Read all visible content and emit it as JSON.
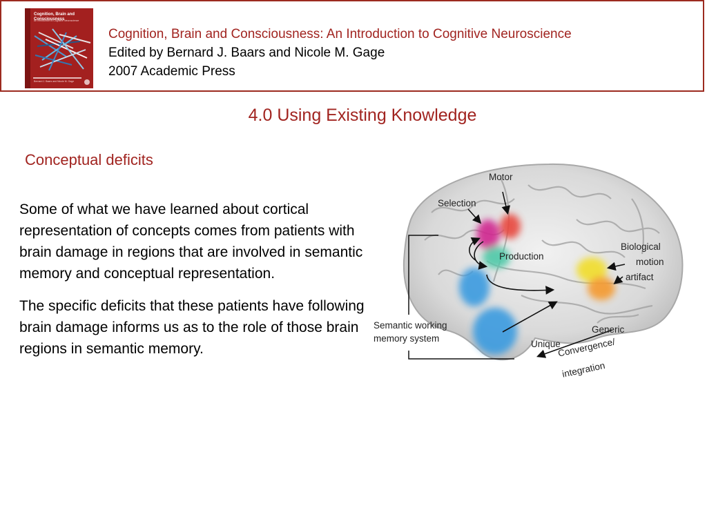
{
  "header": {
    "book_cover": {
      "title": "Cognition, Brain and Consciousness",
      "subtitle": "An Introduction to Cognitive Neuroscience",
      "authors": "Bernard J. Baars and Nicole M. Gage"
    },
    "book_title": "Cognition, Brain and Consciousness: An Introduction to Cognitive Neuroscience",
    "editors": "Edited by Bernard J. Baars and Nicole M. Gage",
    "publisher": "2007 Academic Press"
  },
  "slide": {
    "title": "4.0 Using Existing Knowledge",
    "subheading": "Conceptual deficits",
    "paragraphs": [
      "Some of what we have learned about cortical representation of concepts comes from patients with brain damage in regions that are involved in semantic memory and conceptual representation.",
      "The specific deficits that these patients have following brain damage informs us as to the role of those brain regions in semantic memory."
    ]
  },
  "figure": {
    "labels": {
      "motor": "Motor",
      "selection": "Selection",
      "production": "Production",
      "biological": "Biological",
      "motion": "motion",
      "artifact": "artifact",
      "semantic_working": "Semantic working",
      "memory_system": "memory system",
      "generic": "Generic",
      "unique": "Unique",
      "convergence": "Convergence/",
      "integration": "integration"
    },
    "region_colors": {
      "motor": "#e8463e",
      "selection": "#d0268f",
      "production": "#4fc9a8",
      "biological_motion": "#f2de2a",
      "artifact": "#f59a2e",
      "semantic_working_memory": "#3a9be0"
    }
  }
}
